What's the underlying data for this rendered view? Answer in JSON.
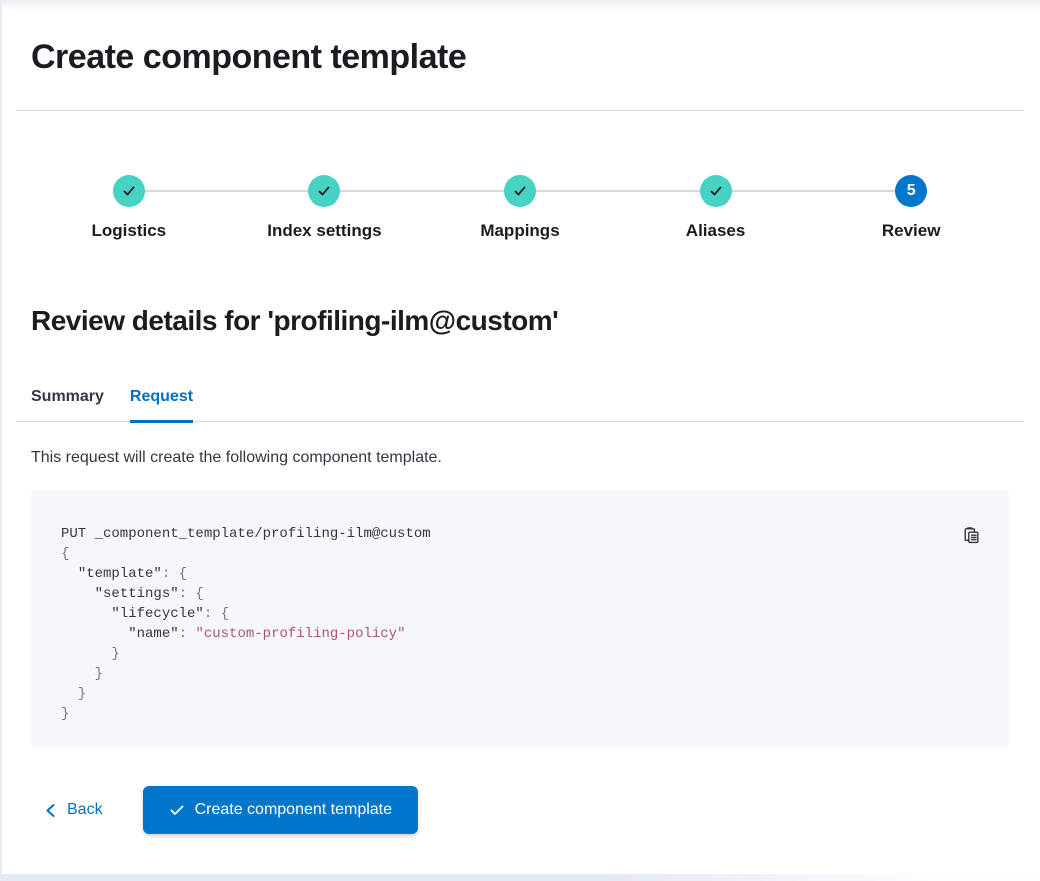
{
  "page": {
    "title": "Create component template"
  },
  "colors": {
    "step_complete": "#48d2c3",
    "step_active": "#0077cc",
    "primary_button": "#0077cc",
    "link_blue": "#0071c2",
    "divider": "#d3dae6",
    "code_background": "#f5f7fa",
    "code_string": "#b0537a",
    "code_punctuation": "#717784",
    "heading_text": "#1a1c21",
    "body_text": "#343741"
  },
  "steps": {
    "items": [
      {
        "label": "Logistics",
        "status": "complete",
        "icon": "check-icon"
      },
      {
        "label": "Index settings",
        "status": "complete",
        "icon": "check-icon"
      },
      {
        "label": "Mappings",
        "status": "complete",
        "icon": "check-icon"
      },
      {
        "label": "Aliases",
        "status": "complete",
        "icon": "check-icon"
      },
      {
        "label": "Review",
        "status": "active",
        "number": "5"
      }
    ]
  },
  "review": {
    "heading": "Review details for 'profiling-ilm@custom'"
  },
  "tabs": {
    "items": [
      {
        "label": "Summary",
        "active": false
      },
      {
        "label": "Request",
        "active": true
      }
    ]
  },
  "request_tab": {
    "description": "This request will create the following component template."
  },
  "code": {
    "copy_icon": "copy-clipboard-icon",
    "lines": [
      [
        {
          "t": "PUT _component_template/profiling-ilm@custom",
          "c": "plain"
        }
      ],
      [
        {
          "t": "{",
          "c": "punct"
        }
      ],
      [
        {
          "t": "  ",
          "c": "plain"
        },
        {
          "t": "\"template\"",
          "c": "key"
        },
        {
          "t": ": {",
          "c": "punct"
        }
      ],
      [
        {
          "t": "    ",
          "c": "plain"
        },
        {
          "t": "\"settings\"",
          "c": "key"
        },
        {
          "t": ": {",
          "c": "punct"
        }
      ],
      [
        {
          "t": "      ",
          "c": "plain"
        },
        {
          "t": "\"lifecycle\"",
          "c": "key"
        },
        {
          "t": ": {",
          "c": "punct"
        }
      ],
      [
        {
          "t": "        ",
          "c": "plain"
        },
        {
          "t": "\"name\"",
          "c": "key"
        },
        {
          "t": ": ",
          "c": "punct"
        },
        {
          "t": "\"custom-profiling-policy\"",
          "c": "string"
        }
      ],
      [
        {
          "t": "      }",
          "c": "punct"
        }
      ],
      [
        {
          "t": "    }",
          "c": "punct"
        }
      ],
      [
        {
          "t": "  }",
          "c": "punct"
        }
      ],
      [
        {
          "t": "}",
          "c": "punct"
        }
      ]
    ]
  },
  "footer": {
    "back_label": "Back",
    "back_icon": "chevron-left-icon",
    "submit_label": "Create component template",
    "submit_icon": "check-icon"
  }
}
